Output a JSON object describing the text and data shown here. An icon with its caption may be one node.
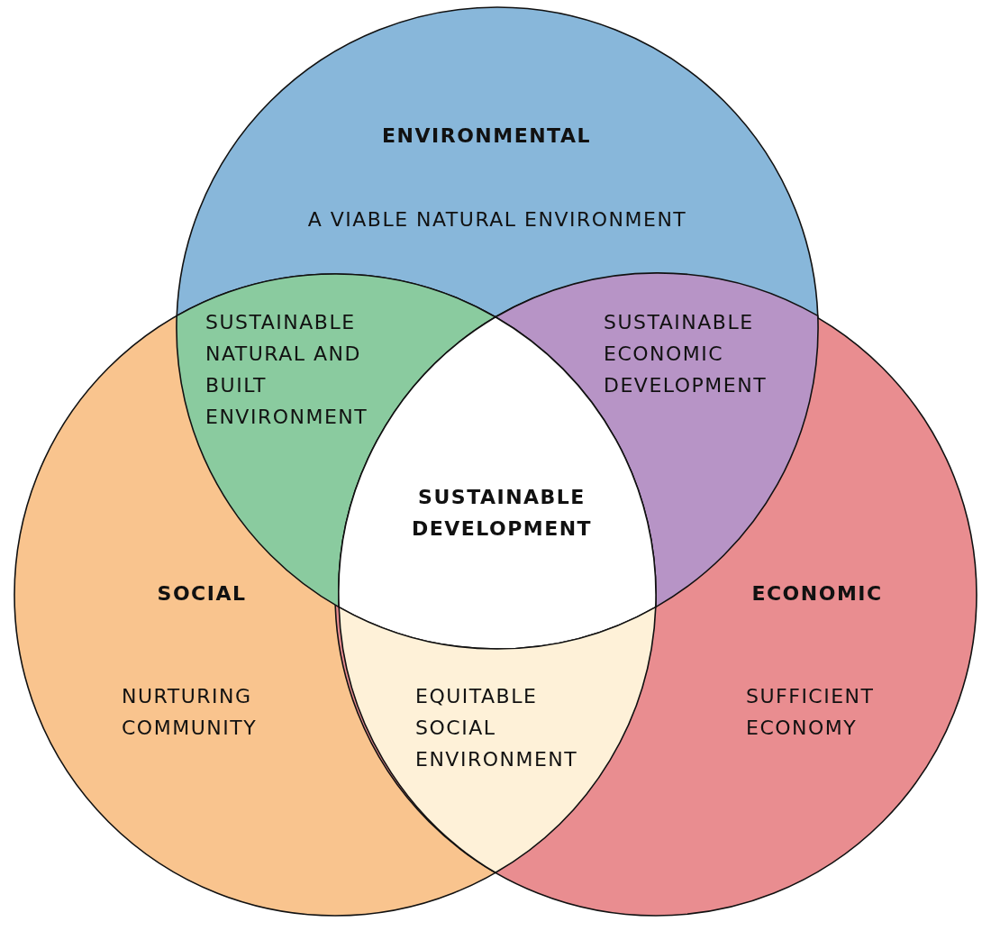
{
  "diagram": {
    "nodes": [
      {
        "text": [
          "ENVIRONMENTAL",
          "A VIABLE NATURAL ENVIRONMENT"
        ]
      },
      {
        "text": [
          "SOCIAL",
          "NURTURING COMMUNITY"
        ]
      },
      {
        "text": [
          "ECONOMIC",
          "SUFFICIENT ECONOMY"
        ]
      },
      {
        "text": [
          "SUSTAINABLE NATURAL AND BUILT ENVIRONMENT"
        ]
      },
      {
        "text": [
          "SUSTAINABLE ECONOMIC DEVELOPMENT"
        ]
      },
      {
        "text": [
          "SUSTAINABLE DEVELOPMENT"
        ]
      },
      {
        "text": [
          "EQUITABLE SOCIAL ENVIRONMENT"
        ]
      }
    ]
  }
}
